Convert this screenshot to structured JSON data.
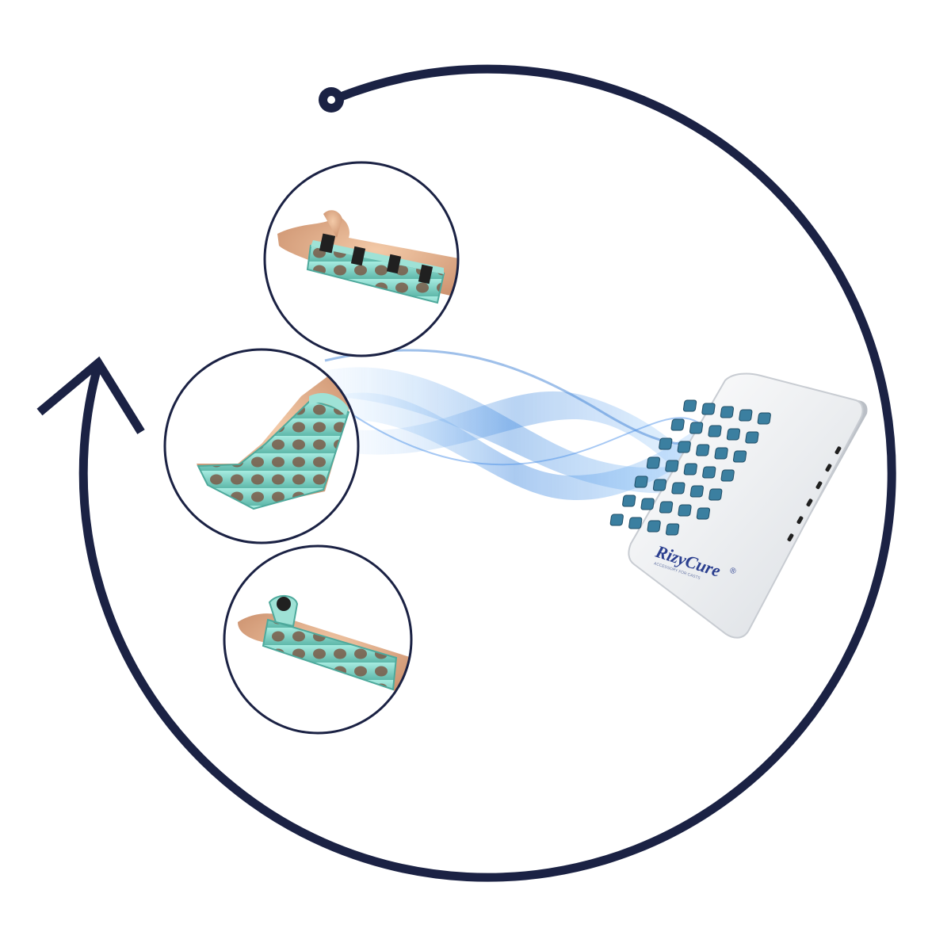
{
  "colors": {
    "ring": "#1b2244",
    "cast": "#7fd6c8",
    "cast_dark": "#4ea99c",
    "skin": "#e7b493",
    "strap": "#202020",
    "wave": "#3f8fe0",
    "device_body": "#f2f3f5",
    "vent": "#3b7fa0",
    "logo": "#2b3f8f"
  },
  "icons": {
    "cycle_arrow": "circular-arrow-icon",
    "ring_start": "ring-start-dot-icon"
  },
  "vignettes": [
    {
      "name": "wrist-splint-with-straps"
    },
    {
      "name": "lower-leg-cast"
    },
    {
      "name": "forearm-cast-with-thumb-loop"
    }
  ],
  "device": {
    "brand": "RizyCure",
    "registered_mark": "®",
    "tagline": "ACCESSORY FOR CASTS"
  }
}
